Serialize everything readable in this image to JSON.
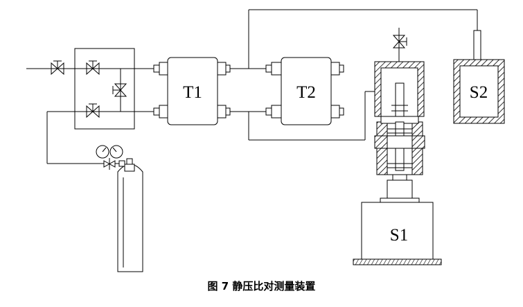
{
  "labels": {
    "t1": "T1",
    "t2": "T2",
    "s1": "S1",
    "s2": "S2"
  },
  "caption": "图 7 静压比对测量装置",
  "colors": {
    "line": "#000000",
    "background": "#ffffff"
  }
}
